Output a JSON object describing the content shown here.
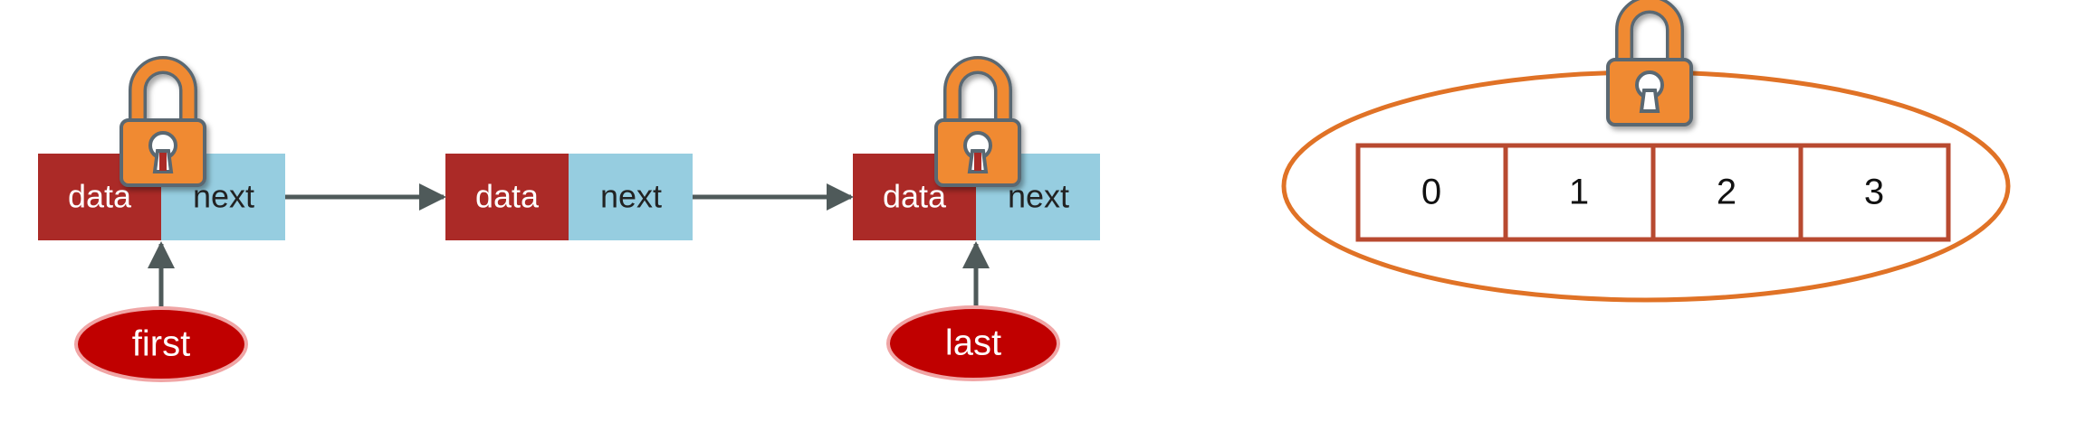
{
  "colors": {
    "data_cell": "#ab2a27",
    "next_cell": "#96cde0",
    "data_text": "#ffffff",
    "next_text": "#222222",
    "arrow": "#4f5a5a",
    "pointer_fill": "#c00000",
    "pointer_stroke": "#f0a5a5",
    "array_border": "#b84a30",
    "ellipse": "#e07226",
    "lock_body": "#f08a32",
    "lock_outline": "#5a6772"
  },
  "linked_list": {
    "nodes": [
      {
        "data_label": "data",
        "next_label": "next",
        "locked": true
      },
      {
        "data_label": "data",
        "next_label": "next",
        "locked": false
      },
      {
        "data_label": "data",
        "next_label": "next",
        "locked": true
      }
    ],
    "pointers": [
      {
        "label": "first",
        "node_index": 0
      },
      {
        "label": "last",
        "node_index": 2
      }
    ]
  },
  "array": {
    "cells": [
      "0",
      "1",
      "2",
      "3"
    ],
    "locked": true
  },
  "icons": {
    "lock": "padlock-icon"
  }
}
